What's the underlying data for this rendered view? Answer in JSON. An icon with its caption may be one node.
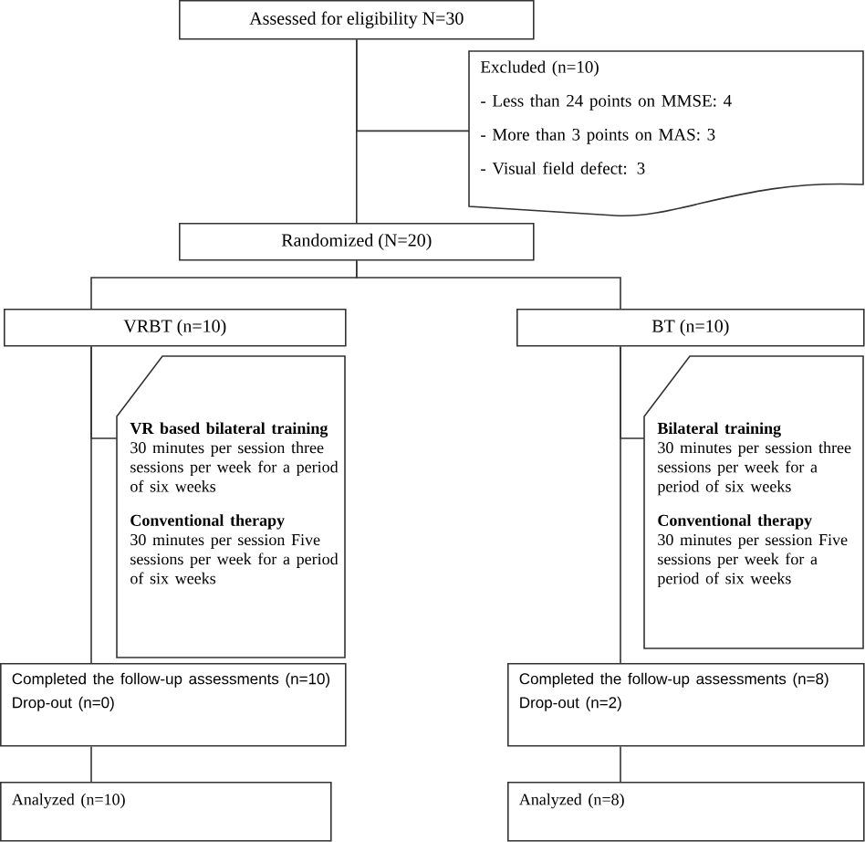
{
  "diagram": {
    "nodes": [
      {
        "text": [
          "Assessed for eligibility N=30"
        ]
      },
      {
        "text": [
          "Excluded (n=10)",
          "- Less than 24 points on MMSE: 4",
          "- More than 3 points on MAS: 3",
          "- Visual field defect: 3"
        ]
      },
      {
        "text": [
          "Randomized (N=20)"
        ]
      },
      {
        "text": [
          "VRBT (n=10)"
        ]
      },
      {
        "text": [
          "BT (n=10)"
        ]
      },
      {
        "text": [
          "VR based bilateral training",
          "30 minutes per session three sessions per week for a period of six weeks",
          "Conventional therapy",
          "30 minutes per session Five sessions per week for a period of six weeks"
        ]
      },
      {
        "text": [
          "Bilateral training",
          "30 minutes per session three sessions per week for a period of six weeks",
          "Conventional therapy",
          "30 minutes per session Five sessions per week for a period of six weeks"
        ]
      },
      {
        "text": [
          "Completed the follow-up assessments (n=10)",
          "Drop-out (n=0)"
        ]
      },
      {
        "text": [
          "Completed the follow-up assessments (n=8)",
          "Drop-out (n=2)"
        ]
      },
      {
        "text": [
          "Analyzed (n=10)"
        ]
      },
      {
        "text": [
          "Analyzed (n=8)"
        ]
      }
    ],
    "edges": [
      {
        "from": 0,
        "to": 2,
        "arrow": "none"
      },
      {
        "from": 0,
        "to": 1,
        "arrow": "none"
      },
      {
        "from": 2,
        "to": 3,
        "arrow": "none"
      },
      {
        "from": 2,
        "to": 4,
        "arrow": "none"
      },
      {
        "from": 3,
        "to": 5,
        "arrow": "none"
      },
      {
        "from": 3,
        "to": 7,
        "arrow": "none"
      },
      {
        "from": 4,
        "to": 6,
        "arrow": "none"
      },
      {
        "from": 4,
        "to": 8,
        "arrow": "none"
      },
      {
        "from": 7,
        "to": 9,
        "arrow": "none"
      },
      {
        "from": 8,
        "to": 10,
        "arrow": "none"
      }
    ]
  }
}
